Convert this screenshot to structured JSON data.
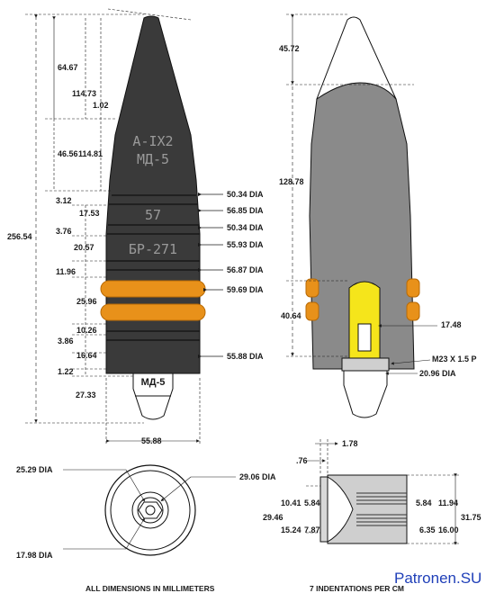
{
  "labels": {
    "body_line1": "А-IX2",
    "body_line2": "МД-5",
    "body_57": "57",
    "body_br": "БР-271",
    "fuze": "МД-5"
  },
  "left_dims": {
    "d64_67": "64.67",
    "d114_73": "114.73",
    "d1_02": "1.02",
    "d46_56": "46.56",
    "d114_81": "114.81",
    "d3_12": "3.12",
    "d17_53": "17.53",
    "d3_76": "3.76",
    "d20_57": "20.57",
    "d256_54": "256.54",
    "d11_96": "11.96",
    "d25_96": "25.96",
    "d10_26": "10.26",
    "d3_86": "3.86",
    "d16_64": "16.64",
    "d1_22": "1.22",
    "d27_33": "27.33",
    "d55_88": "55.88"
  },
  "dia_dims": [
    "50.34 DIA",
    "56.85 DIA",
    "50.34 DIA",
    "55.93 DIA",
    "56.87 DIA",
    "59.69 DIA",
    "55.88 DIA"
  ],
  "right_dims": {
    "d45_72": "45.72",
    "d128_78": "128.78",
    "d40_64": "40.64",
    "d17_48": "17.48",
    "thread": "M23 X 1.5 P",
    "d20_96": "20.96 DIA"
  },
  "bottom_left": {
    "d25_29": "25.29 DIA",
    "d29_06": "29.06 DIA",
    "d17_98": "17.98 DIA"
  },
  "bottom_right": {
    "d1_78": "1.78",
    "d_76": ".76",
    "d10_41": "10.41",
    "d5_84a": "5.84",
    "d5_84b": "5.84",
    "d11_94": "11.94",
    "d29_46": "29.46",
    "d31_75": "31.75",
    "d15_24": "15.24",
    "d7_87": "7.87",
    "d6_35": "6.35",
    "d16_00": "16.00"
  },
  "footer": {
    "left": "ALL DIMENSIONS IN MILLIMETERS",
    "right": "7 INDENTATIONS PER CM",
    "brand": "Patronen.SU"
  },
  "colors": {
    "body": "#3a3a3a",
    "band": "#e8911a",
    "section": "#8a8a8a",
    "fuze_yellow": "#f5e51b"
  }
}
